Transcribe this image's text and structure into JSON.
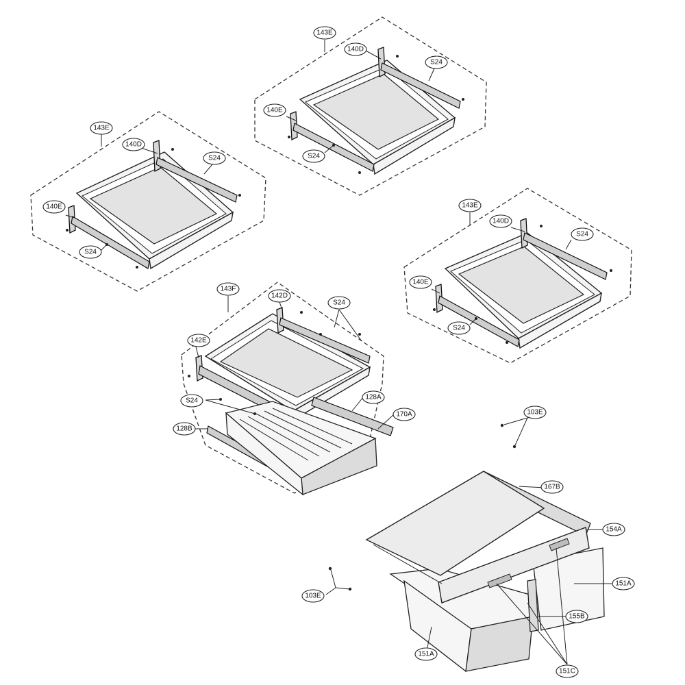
{
  "labels": {
    "shelf_a_143E": "143E",
    "shelf_a_140D": "140D",
    "shelf_a_S24_top": "S24",
    "shelf_a_140E": "140E",
    "shelf_a_S24_bottom": "S24",
    "shelf_b_143E": "143E",
    "shelf_b_140D": "140D",
    "shelf_b_S24_top": "S24",
    "shelf_b_140E": "140E",
    "shelf_b_S24_bottom": "S24",
    "shelf_c_143E": "143E",
    "shelf_c_140D": "140D",
    "shelf_c_S24_top": "S24",
    "shelf_c_140E": "140E",
    "shelf_c_S24_bottom": "S24",
    "drawer_143F": "143F",
    "drawer_142D": "142D",
    "drawer_S24_top": "S24",
    "drawer_142E": "142E",
    "drawer_S24_bottom": "S24",
    "drawer_128A": "128A",
    "drawer_170A": "170A",
    "drawer_128B": "128B",
    "screws_103E_right": "103E",
    "screws_103E_left": "103E",
    "crisper_167B": "167B",
    "crisper_154A": "154A",
    "crisper_151A_right": "151A",
    "crisper_155B": "155B",
    "crisper_151A_left": "151A",
    "crisper_151C": "151C"
  }
}
